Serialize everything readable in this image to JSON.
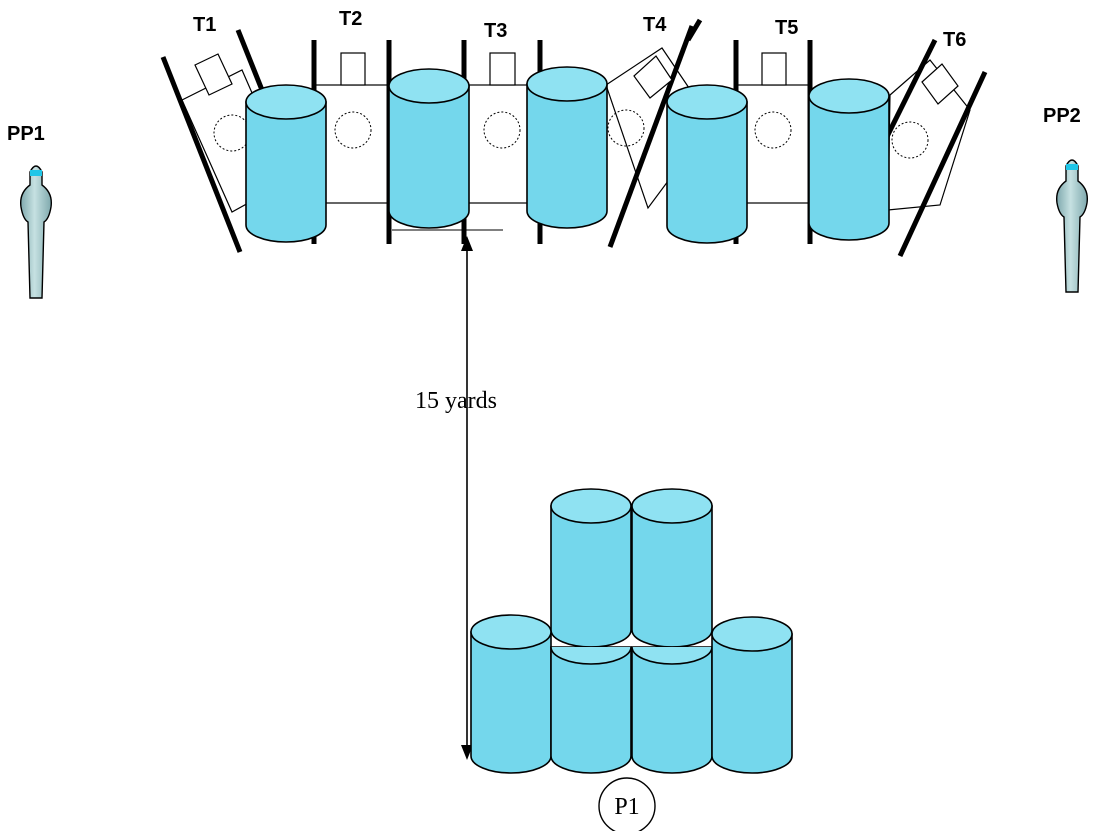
{
  "colors": {
    "barrel": "#74d7ec",
    "barrel_top": "#8fe2f2",
    "post_top": "#1fc6e8",
    "post_body": "#b9d7d8",
    "post_body_dark": "#7fa9ad"
  },
  "targets": [
    "T1",
    "T2",
    "T3",
    "T4",
    "T5",
    "T6"
  ],
  "posts": {
    "left": "PP1",
    "right": "PP2"
  },
  "distance_label": "15 yards",
  "shooter_position": "P1"
}
